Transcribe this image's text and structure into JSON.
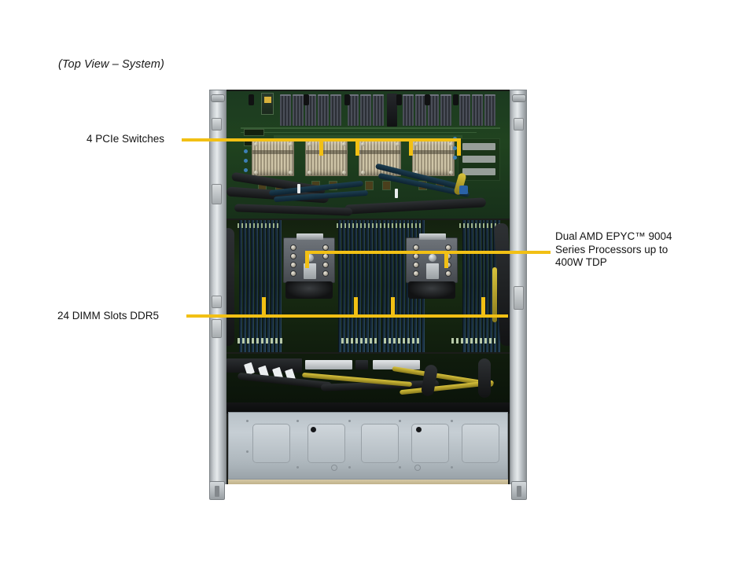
{
  "view": {
    "title": "(Top View – System)"
  },
  "callouts": [
    {
      "id": "pcie-switches",
      "label": "4 PCIe Switches",
      "side": "left"
    },
    {
      "id": "dimm-slots",
      "label": "24 DIMM Slots DDR5",
      "side": "left"
    },
    {
      "id": "cpu",
      "line1": "Dual AMD EPYC™ 9004",
      "line2": "Series Processors up to",
      "line3": "400W TDP",
      "side": "right"
    }
  ],
  "colors": {
    "leader": "#f2c014",
    "background": "#ffffff",
    "text": "#141414",
    "chassis": "#c9ced1",
    "pcb": "#1a2f14"
  },
  "hardware": {
    "pcie_switch_count": 4,
    "cpu_count": 2,
    "dimm_slot_count": 24,
    "shroud_cutouts": 5
  }
}
